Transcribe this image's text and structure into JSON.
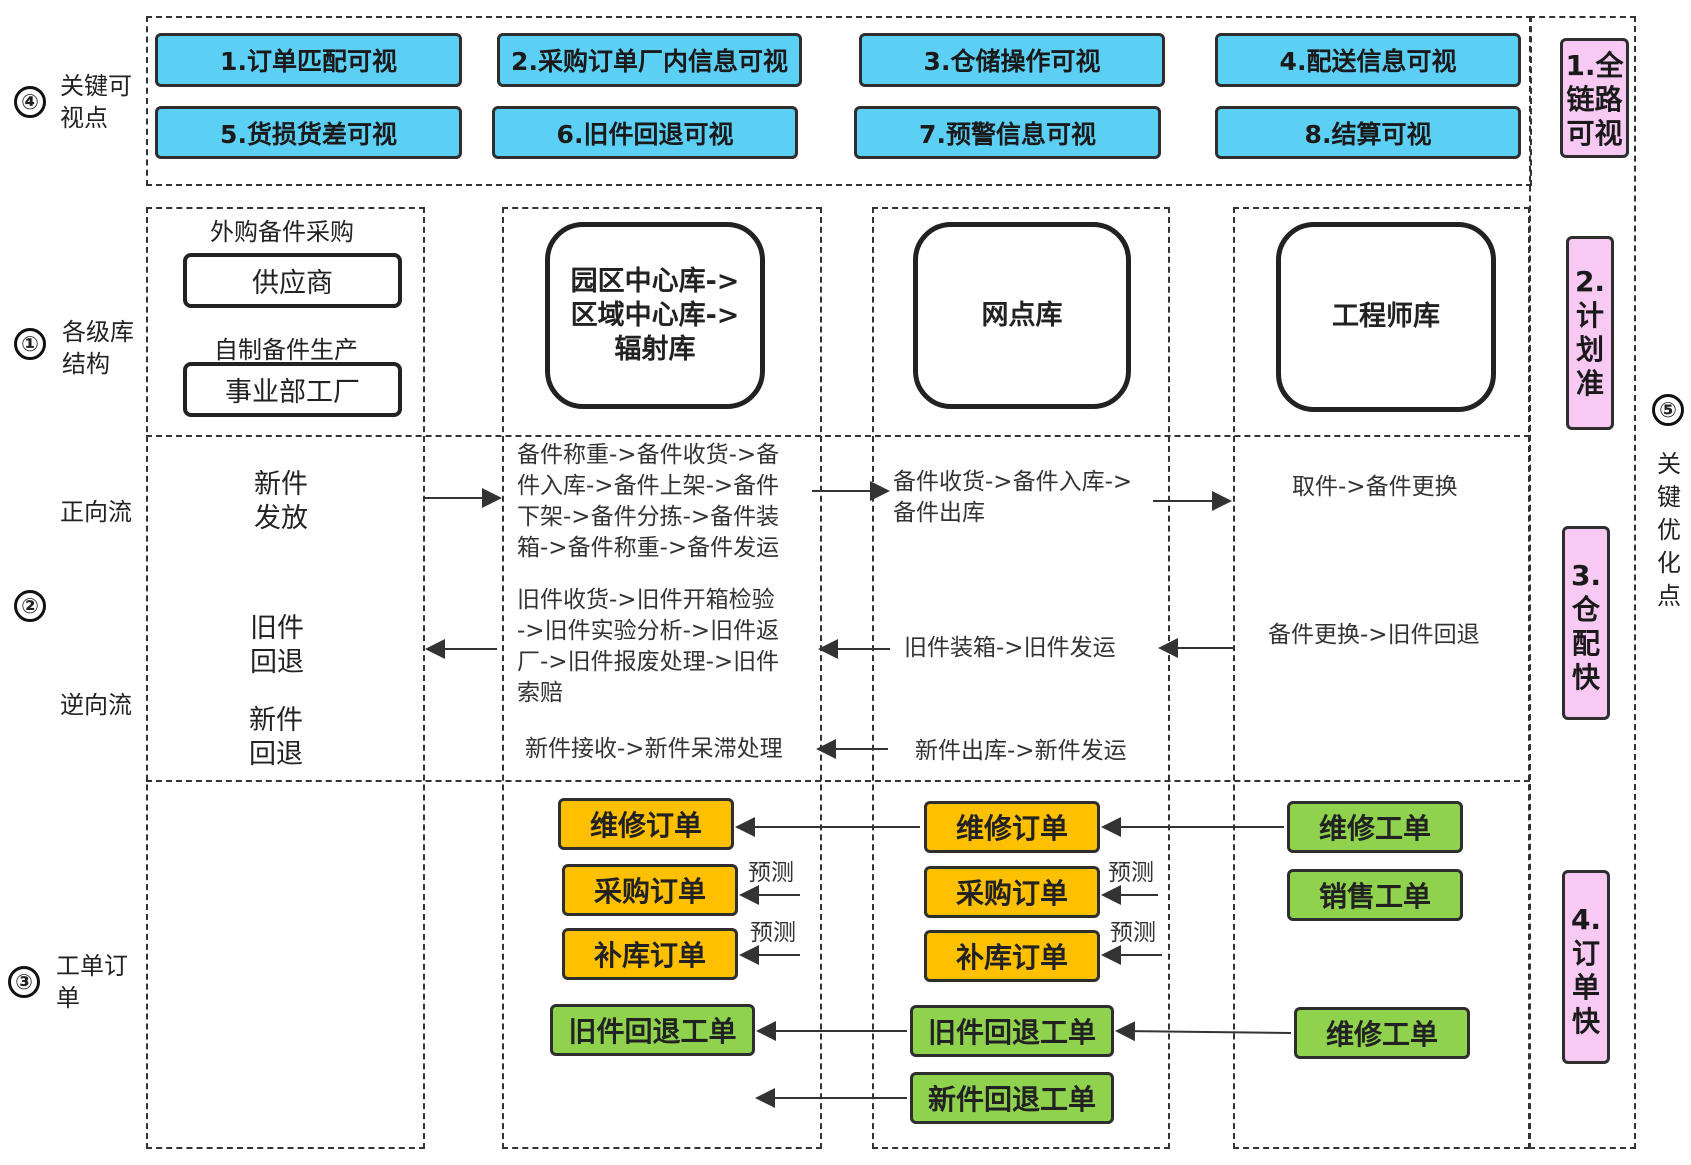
{
  "visibility": {
    "badge": "④",
    "label": "关键可\n视点",
    "items": [
      "1.订单匹配可视",
      "2.采购订单厂内信息可视",
      "3.仓储操作可视",
      "4.配送信息可视",
      "5.货损货差可视",
      "6.旧件回退可视",
      "7.预警信息可视",
      "8.结算可视"
    ]
  },
  "optimization": {
    "badge": "⑤",
    "label": "关\n键\n优\n化\n点",
    "items": [
      "1.全\n链路\n可视",
      "2.\n计\n划\n准",
      "3.\n仓\n配\n快",
      "4.\n订\n单\n快"
    ]
  },
  "structure": {
    "badge": "①",
    "label": "各级库\n结构",
    "external_title": "外购备件采购",
    "supplier": "供应商",
    "selfmade_title": "自制备件生产",
    "factory": "事业部工厂",
    "park": "园区中心库->\n区域中心库->\n辐射库",
    "network": "网点库",
    "engineer": "工程师库"
  },
  "flows": {
    "badge": "②",
    "forward_label": "正向流",
    "reverse_label": "逆向流",
    "new_issue": "新件\n发放",
    "old_return": "旧件\n回退",
    "new_return": "新件\n回退",
    "fwd_park": "备件称重->备件收货->备\n件入库->备件上架->备件\n下架->备件分拣->备件装\n箱->备件称重->备件发运",
    "fwd_network": "备件收货->备件入库->\n备件出库",
    "fwd_engineer": "取件->备件更换",
    "rev_park": "旧件收货->旧件开箱检验\n->旧件实验分析->旧件返\n厂->旧件报废处理->旧件\n索赔",
    "rev_network": "旧件装箱->旧件发运",
    "rev_engineer": "备件更换->旧件回退",
    "newret_park": "新件接收->新件呆滞处理",
    "newret_network": "新件出库->新件发运"
  },
  "orders": {
    "badge": "③",
    "label": "工单订\n单",
    "park": [
      "维修订单",
      "采购订单",
      "补库订单",
      "旧件回退工单"
    ],
    "network": [
      "维修订单",
      "采购订单",
      "补库订单",
      "旧件回退工单",
      "新件回退工单"
    ],
    "engineer": [
      "维修工单",
      "销售工单",
      "维修工单"
    ],
    "forecast": "预测"
  },
  "colors": {
    "blue": "#5ccff5",
    "pink": "#f8c9f2",
    "orange": "#ffc000",
    "green": "#8fd24d"
  }
}
